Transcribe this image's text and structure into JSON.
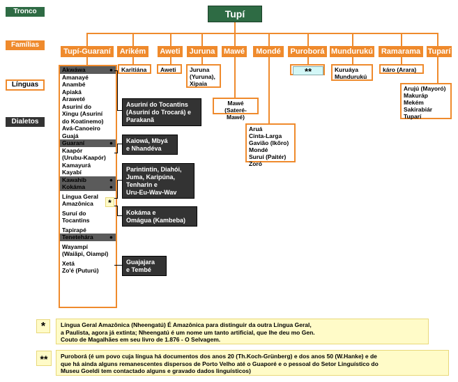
{
  "legend": {
    "tronco": "Tronco",
    "familias": "Famílias",
    "linguas": "Línguas",
    "dialetos": "Dialetos"
  },
  "trunk": "Tupí",
  "families": [
    "Tupí-Guaraní",
    "Arikém",
    "Aweti",
    "Juruna",
    "Mawé",
    "Mondé",
    "Puroborá",
    "Mundurukú",
    "Ramarama",
    "Tuparí"
  ],
  "tupi_guarani": {
    "items": [
      {
        "text": "Akwáwa",
        "head": true
      },
      {
        "text": "Amanayé"
      },
      {
        "text": "Anambé"
      },
      {
        "text": "Apiaká"
      },
      {
        "text": "Araweté"
      },
      {
        "text": "Asuriní do"
      },
      {
        "text": "Xingu (Asuriní"
      },
      {
        "text": "do Koatinemo)"
      },
      {
        "text": "Avá-Canoeiro"
      },
      {
        "text": "Guajá"
      },
      {
        "text": "Guaraní",
        "head": true
      },
      {
        "text": "Kaapór"
      },
      {
        "text": "(Urubu-Kaapór)"
      },
      {
        "text": "Kamayurá"
      },
      {
        "text": "Kayabí"
      },
      {
        "text": "Kawahíb",
        "head": true
      },
      {
        "text": "Kokáma",
        "head": true
      },
      {
        "text": "Língua Geral"
      },
      {
        "text": "Amazônica"
      },
      {
        "text": "Suruí do"
      },
      {
        "text": "Tocantins"
      },
      {
        "text": "Tapirapé"
      },
      {
        "text": "Tenetehára",
        "head": true
      },
      {
        "text": "Wayampí"
      },
      {
        "text": "(Waiãpi, Oiampí)"
      },
      {
        "text": "Xetá"
      },
      {
        "text": "Zo'é (Puturú)"
      }
    ],
    "star": "*"
  },
  "dialects": {
    "akwawa": [
      "Asuriní do Tocantins",
      "(Asuriní do Trocará) e",
      "Parakanã"
    ],
    "guarani": [
      "Kaiowá, Mbyá",
      "e  Nhandéva"
    ],
    "kawahib": [
      "Parintintin, Diahói,",
      "Juma, Karipúna,",
      "Tenharin  e",
      "Uru-Eu-Wav-Wav"
    ],
    "kokama": [
      "Kokáma  e",
      "Omágua (Kambeba)"
    ],
    "tenetehara": [
      "Guajajara",
      "e  Tembé"
    ]
  },
  "languages": {
    "arikem": [
      "Karitiána"
    ],
    "aweti": [
      "Aweti"
    ],
    "juruna": [
      "Juruna",
      "(Yuruna),",
      "Xipaia"
    ],
    "mawe": [
      "Mawé",
      "(Sateré-Mawé)"
    ],
    "monde": [
      "Aruá",
      "Cinta-Larga",
      "Gavião (Ikõro)",
      "Mondé",
      "Suruí (Paitér)",
      "Zoró"
    ],
    "puroborá": "**",
    "munduruku": [
      "Kuruáya",
      "Mundurukú"
    ],
    "ramarama": [
      "káro (Arara)"
    ],
    "tupari": [
      "Arujú (Mayoró)",
      "Makuráp",
      "Mekém",
      "Sakirabiár",
      "Tuparí"
    ]
  },
  "notes": [
    {
      "mark": "*",
      "lines": [
        "Língua Geral Amazônica (Nheengatú) É Amazônica para distinguir da outra Língua Geral,",
        "a Paulista, agora já extinta; Nheengatú é um nome um tanto artificial, que lhe deu mo Gen.",
        "Couto de Magalhães em seu livro de 1.876 - O Selvagem."
      ]
    },
    {
      "mark": "**",
      "lines": [
        "Puroborá (é um povo cuja língua há documentos dos anos 20 (Th.Koch-Grünberg) e dos anos 50 (W.Hanke) e de",
        "que há ainda alguns remanescentes dispersos de Porto Velho até o Guaporé e o pessoal do Setor Linguístico do",
        "Museu Goeldi tem contactado alguns e gravado dados linguísticos)"
      ]
    }
  ],
  "colors": {
    "trunk": "#2e6b44",
    "family": "#ef8a2c",
    "dialect": "#333333",
    "note": "#fffbc8",
    "marker": "#d3f7f7"
  }
}
